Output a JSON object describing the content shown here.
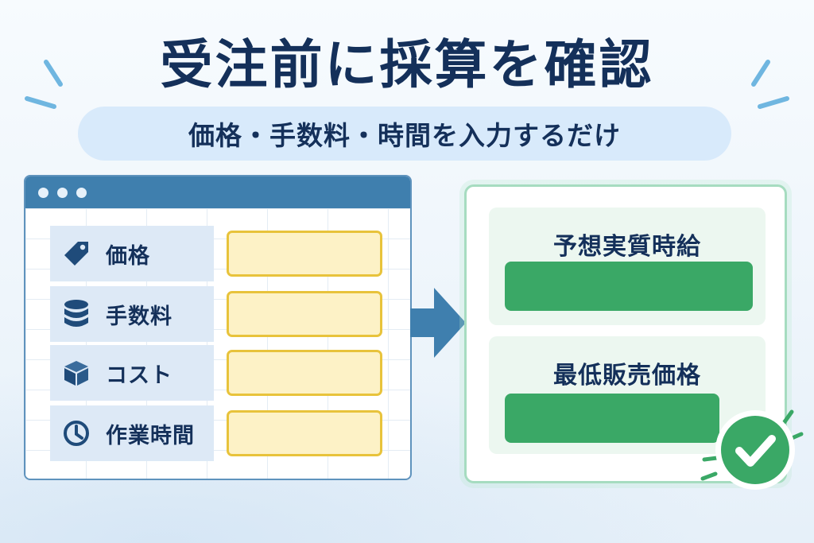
{
  "header": {
    "title": "受注前に採算を確認",
    "subtitle": "価格・手数料・時間を入力するだけ"
  },
  "input_panel": {
    "rows": [
      {
        "label": "価格",
        "icon": "price-tag-icon"
      },
      {
        "label": "手数料",
        "icon": "coin-stack-icon"
      },
      {
        "label": "コスト",
        "icon": "box-icon"
      },
      {
        "label": "作業時間",
        "icon": "clock-icon"
      }
    ]
  },
  "result_panel": {
    "items": [
      {
        "label": "予想実質時給"
      },
      {
        "label": "最低販売価格"
      }
    ]
  },
  "colors": {
    "title_text": "#14305a",
    "window_header": "#3f7fae",
    "input_field_fill": "#fdf2c6",
    "input_field_border": "#e8c33b",
    "result_bar": "#3aa866",
    "check_badge": "#3aa866"
  }
}
